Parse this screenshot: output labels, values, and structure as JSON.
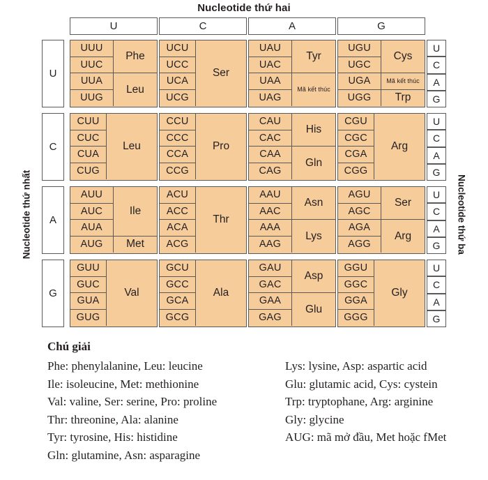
{
  "labels": {
    "top": "Nucleotide thứ hai",
    "left": "Nucleotide thứ nhất",
    "right": "Nucleotide thứ ba"
  },
  "colors": {
    "cell_fill": "#f7cc9b",
    "border": "#595959",
    "text": "#231f20",
    "background": "#ffffff"
  },
  "column_headers": [
    "U",
    "C",
    "A",
    "G"
  ],
  "row_headers": [
    "U",
    "C",
    "A",
    "G"
  ],
  "third_nucleotides": [
    "U",
    "C",
    "A",
    "G"
  ],
  "grid": [
    {
      "first": "U",
      "blocks": [
        {
          "second": "U",
          "codons": [
            "UUU",
            "UUC",
            "UUA",
            "UUG"
          ],
          "groups": [
            {
              "label": "Phe",
              "span": 2,
              "small": false
            },
            {
              "label": "Leu",
              "span": 2,
              "small": false
            }
          ]
        },
        {
          "second": "C",
          "codons": [
            "UCU",
            "UCC",
            "UCA",
            "UCG"
          ],
          "groups": [
            {
              "label": "Ser",
              "span": 4,
              "small": false
            }
          ]
        },
        {
          "second": "A",
          "codons": [
            "UAU",
            "UAC",
            "UAA",
            "UAG"
          ],
          "groups": [
            {
              "label": "Tyr",
              "span": 2,
              "small": false
            },
            {
              "label": "Mã kết thúc",
              "span": 2,
              "small": true
            }
          ]
        },
        {
          "second": "G",
          "codons": [
            "UGU",
            "UGC",
            "UGA",
            "UGG"
          ],
          "groups": [
            {
              "label": "Cys",
              "span": 2,
              "small": false
            },
            {
              "label": "Mã kết thúc",
              "span": 1,
              "small": true
            },
            {
              "label": "Trp",
              "span": 1,
              "small": false
            }
          ]
        }
      ]
    },
    {
      "first": "C",
      "blocks": [
        {
          "second": "U",
          "codons": [
            "CUU",
            "CUC",
            "CUA",
            "CUG"
          ],
          "groups": [
            {
              "label": "Leu",
              "span": 4,
              "small": false
            }
          ]
        },
        {
          "second": "C",
          "codons": [
            "CCU",
            "CCC",
            "CCA",
            "CCG"
          ],
          "groups": [
            {
              "label": "Pro",
              "span": 4,
              "small": false
            }
          ]
        },
        {
          "second": "A",
          "codons": [
            "CAU",
            "CAC",
            "CAA",
            "CAG"
          ],
          "groups": [
            {
              "label": "His",
              "span": 2,
              "small": false
            },
            {
              "label": "Gln",
              "span": 2,
              "small": false
            }
          ]
        },
        {
          "second": "G",
          "codons": [
            "CGU",
            "CGC",
            "CGA",
            "CGG"
          ],
          "groups": [
            {
              "label": "Arg",
              "span": 4,
              "small": false
            }
          ]
        }
      ]
    },
    {
      "first": "A",
      "blocks": [
        {
          "second": "U",
          "codons": [
            "AUU",
            "AUC",
            "AUA",
            "AUG"
          ],
          "groups": [
            {
              "label": "Ile",
              "span": 3,
              "small": false
            },
            {
              "label": "Met",
              "span": 1,
              "small": false
            }
          ]
        },
        {
          "second": "C",
          "codons": [
            "ACU",
            "ACC",
            "ACA",
            "ACG"
          ],
          "groups": [
            {
              "label": "Thr",
              "span": 4,
              "small": false
            }
          ]
        },
        {
          "second": "A",
          "codons": [
            "AAU",
            "AAC",
            "AAA",
            "AAG"
          ],
          "groups": [
            {
              "label": "Asn",
              "span": 2,
              "small": false
            },
            {
              "label": "Lys",
              "span": 2,
              "small": false
            }
          ]
        },
        {
          "second": "G",
          "codons": [
            "AGU",
            "AGC",
            "AGA",
            "AGG"
          ],
          "groups": [
            {
              "label": "Ser",
              "span": 2,
              "small": false
            },
            {
              "label": "Arg",
              "span": 2,
              "small": false
            }
          ]
        }
      ]
    },
    {
      "first": "G",
      "blocks": [
        {
          "second": "U",
          "codons": [
            "GUU",
            "GUC",
            "GUA",
            "GUG"
          ],
          "groups": [
            {
              "label": "Val",
              "span": 4,
              "small": false
            }
          ]
        },
        {
          "second": "C",
          "codons": [
            "GCU",
            "GCC",
            "GCA",
            "GCG"
          ],
          "groups": [
            {
              "label": "Ala",
              "span": 4,
              "small": false
            }
          ]
        },
        {
          "second": "A",
          "codons": [
            "GAU",
            "GAC",
            "GAA",
            "GAG"
          ],
          "groups": [
            {
              "label": "Asp",
              "span": 2,
              "small": false
            },
            {
              "label": "Glu",
              "span": 2,
              "small": false
            }
          ]
        },
        {
          "second": "G",
          "codons": [
            "GGU",
            "GGC",
            "GGA",
            "GGG"
          ],
          "groups": [
            {
              "label": "Gly",
              "span": 4,
              "small": false
            }
          ]
        }
      ]
    }
  ],
  "legend": {
    "title": "Chú giải",
    "left_lines": [
      "Phe: phenylalanine, Leu: leucine",
      "Ile: isoleucine, Met: methionine",
      "Val: valine, Ser: serine, Pro: proline",
      "Thr: threonine, Ala: alanine",
      "Tyr: tyrosine, His: histidine",
      "Gln: glutamine, Asn: asparagine"
    ],
    "right_lines": [
      "Lys: lysine, Asp: aspartic acid",
      "Glu: glutamic acid, Cys: cystein",
      "Trp: tryptophane, Arg: arginine",
      "Gly: glycine",
      "AUG: mã mở đầu, Met hoặc fMet"
    ]
  }
}
